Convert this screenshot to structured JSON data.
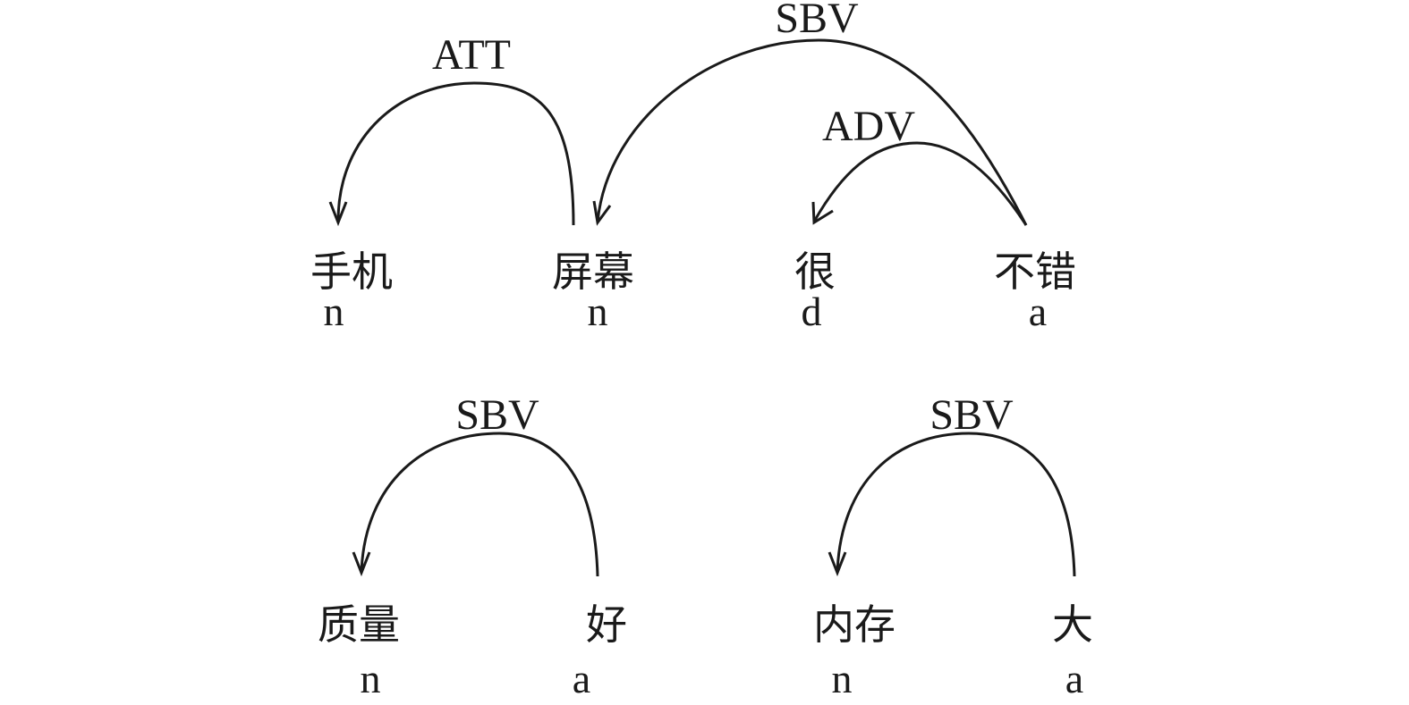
{
  "sentences": [
    {
      "tokens": [
        {
          "word": "手机",
          "pos": "n"
        },
        {
          "word": "屏幕",
          "pos": "n"
        },
        {
          "word": "很",
          "pos": "d"
        },
        {
          "word": "不错",
          "pos": "a"
        }
      ],
      "arcs": [
        {
          "label": "ATT",
          "from": 1,
          "to": 0
        },
        {
          "label": "SBV",
          "from": 3,
          "to": 1
        },
        {
          "label": "ADV",
          "from": 3,
          "to": 2
        }
      ]
    },
    {
      "tokens": [
        {
          "word": "质量",
          "pos": "n"
        },
        {
          "word": "好",
          "pos": "a"
        }
      ],
      "arcs": [
        {
          "label": "SBV",
          "from": 1,
          "to": 0
        }
      ]
    },
    {
      "tokens": [
        {
          "word": "内存",
          "pos": "n"
        },
        {
          "word": "大",
          "pos": "a"
        }
      ],
      "arcs": [
        {
          "label": "SBV",
          "from": 1,
          "to": 0
        }
      ]
    }
  ]
}
